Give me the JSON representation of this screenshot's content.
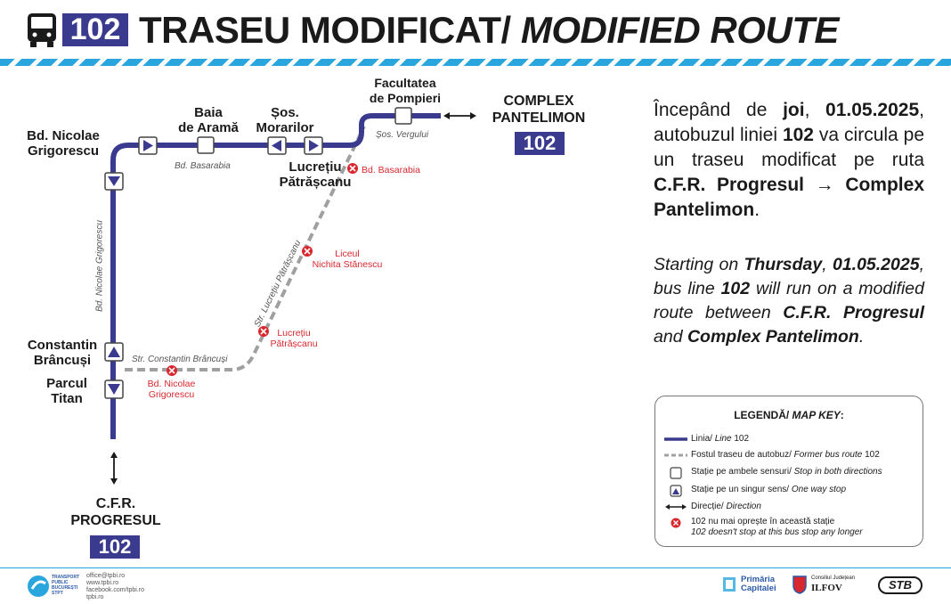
{
  "header": {
    "route_number": "102",
    "title_ro": "TRASEU MODIFICAT/ ",
    "title_en": "MODIFIED ROUTE"
  },
  "map": {
    "stops": {
      "nicolae_grigorescu": "Bd. Nicolae\nGrigorescu",
      "baia_de_arama": "Baia\nde Aramă",
      "sos_morarilor": "Șos.\nMorarilor",
      "facultatea_pompieri": "Facultatea\nde Pompieri",
      "lucretiu_patrascanu": "Lucrețiu\nPătrășcanu",
      "constantin_brancusi": "Constantin\nBrâncuși",
      "parcul_titan": "Parcul\nTitan"
    },
    "endpoints": {
      "north": "COMPLEX\nPANTELIMON",
      "south": "C.F.R.\nPROGRESUL",
      "route": "102"
    },
    "streets": {
      "basarabia": "Bd. Basarabia",
      "vergului": "Șos. Vergului",
      "grigorescu_vertical": "Bd. Nicolae Grigorescu",
      "lucretiu_diag": "Str. Lucrețiu Pătrășcanu",
      "brancusi": "Str. Constantin Brâncuși"
    },
    "closed_stops": {
      "basarabia": "Bd. Basarabia",
      "liceul": "Liceul\nNichita Stănescu",
      "lucretiu": "Lucrețiu\nPătrășcanu",
      "grigorescu": "Bd. Nicolae\nGrigorescu"
    }
  },
  "announcement": {
    "ro": {
      "p1": "Începând de ",
      "b1": "joi",
      "p2": ", ",
      "b2": "01.05.2025",
      "p3": ", autobuzul liniei ",
      "b3": "102",
      "p4": " va circula pe un traseu modificat pe ruta ",
      "b4": "C.F.R. Progresul",
      "arrow": " → ",
      "b5": "Complex Pantelimon",
      "p5": "."
    },
    "en": {
      "p1": "Starting on ",
      "b1": "Thursday",
      "p2": ", ",
      "b2": "01.05.2025",
      "p3": ", bus line ",
      "b3": "102",
      "p4": " will run on a modified route between ",
      "b4": "C.F.R. Progresul",
      "p5": " and ",
      "b5": "Complex Pantelimon",
      "p6": "."
    }
  },
  "legend": {
    "title_ro": "LEGENDĂ/ ",
    "title_en": "MAP KEY",
    "title_colon": ":",
    "items": [
      {
        "ro": "Linia/ ",
        "en": "Line",
        "extra": " 102"
      },
      {
        "ro": "Fostul traseu de autobuz/ ",
        "en": "Former bus route",
        "extra": " 102"
      },
      {
        "ro": "Stație pe ambele sensuri/ ",
        "en": "Stop in both directions",
        "extra": ""
      },
      {
        "ro": "Stație pe un singur sens/ ",
        "en": "One way stop",
        "extra": ""
      },
      {
        "ro": "Direcție/ ",
        "en": "Direction",
        "extra": ""
      },
      {
        "ro": "102 nu mai oprește în această stație",
        "en": "102 doesn't stop at this bus stop any longer",
        "extra": ""
      }
    ]
  },
  "footer": {
    "org": "TRANSPORT\nPUBLIC\nBUCUREȘTI\nSTPT",
    "contacts": [
      "office@tpbi.ro",
      "www.tpbi.ro",
      "facebook.com/tpbi.ro",
      "tpbi.ro"
    ],
    "primaria": "Primăria\nCapitalei",
    "consiliul": "Consiliul Județean",
    "ilfov": "ILFOV",
    "stb": "STB"
  },
  "colors": {
    "route": "#3a3a8e",
    "former_route": "#a0a0a0",
    "closed": "#d9272e",
    "accent": "#2aa6df"
  }
}
